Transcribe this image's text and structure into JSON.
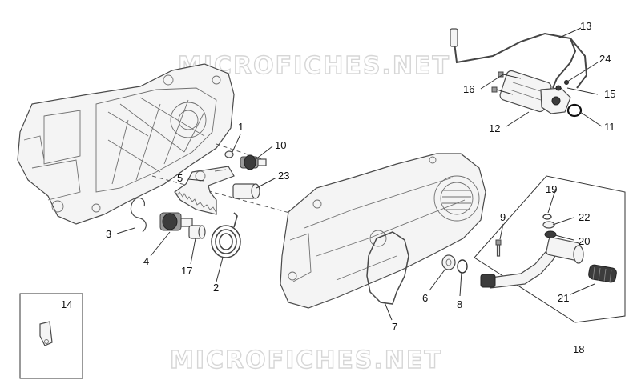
{
  "watermark": {
    "top_text": "MICROFICHES.NET",
    "bottom_text": "MICROFICHES.NET"
  },
  "callouts": {
    "c1": "1",
    "c2": "2",
    "c3": "3",
    "c4": "4",
    "c5": "5",
    "c6": "6",
    "c7": "7",
    "c8": "8",
    "c9": "9",
    "c10": "10",
    "c11": "11",
    "c12": "12",
    "c13": "13",
    "c14": "14",
    "c15": "15",
    "c16": "16",
    "c17": "17",
    "c18": "18",
    "c19": "19",
    "c20": "20",
    "c21": "21",
    "c22": "22",
    "c23": "23",
    "c24": "24"
  },
  "icons": {
    "left-crankcase": "crankcase-half-icon",
    "transmission-cover": "transmission-cover-icon",
    "starter-motor": "starter-motor-icon",
    "kick-lever": "kick-start-lever-icon",
    "clip": "clip-icon"
  }
}
